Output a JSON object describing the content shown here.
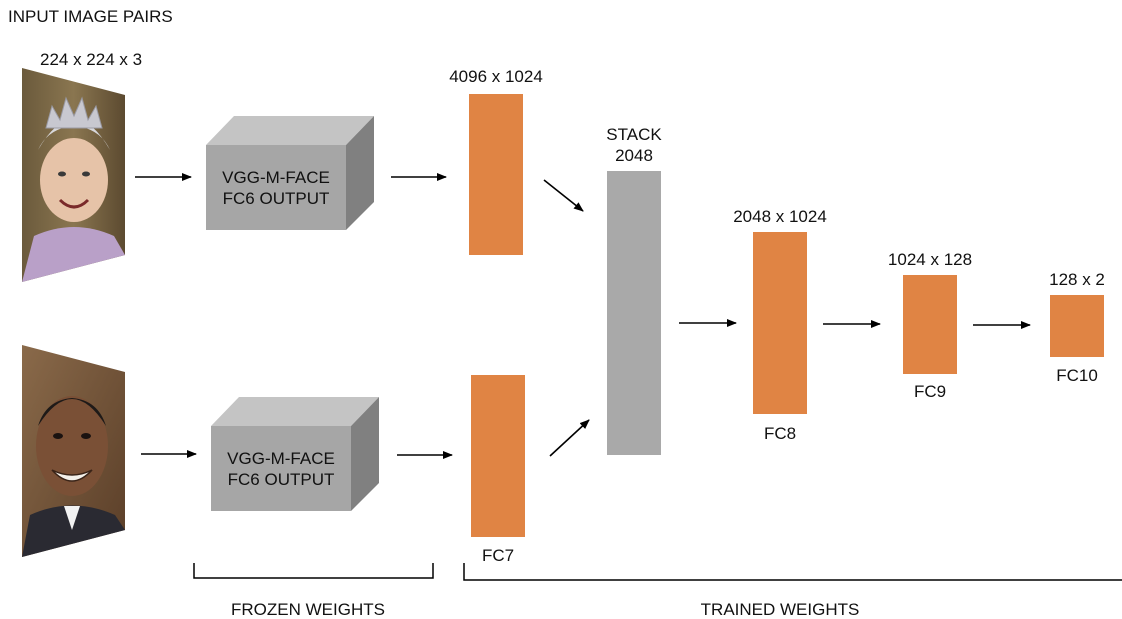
{
  "header": {
    "title": "INPUT IMAGE PAIRS"
  },
  "input_size": "224 x 224 x 3",
  "vgg_blocks": [
    {
      "line1": "VGG-M-FACE",
      "line2": "FC6 OUTPUT"
    },
    {
      "line1": "VGG-M-FACE",
      "line2": "FC6 OUTPUT"
    }
  ],
  "layers": {
    "fc7_top_dims": "4096 x 1024",
    "fc7_label": "FC7",
    "stack_name": "STACK",
    "stack_dims": "2048",
    "fc8_dims": "2048 x 1024",
    "fc8_label": "FC8",
    "fc9_dims": "1024 x 128",
    "fc9_label": "FC9",
    "fc10_dims": "128 x 2",
    "fc10_label": "FC10"
  },
  "brackets": {
    "frozen": "FROZEN WEIGHTS",
    "trained": "TRAINED WEIGHTS"
  },
  "colors": {
    "fc_layer": "#e08444",
    "stack_layer": "#a9a9a9",
    "cube_front": "#a6a6a6",
    "cube_top": "#c4c4c4",
    "cube_side": "#808080",
    "arrow": "#000000"
  },
  "icons": {
    "top_photo": "portrait-photo-woman-tiara",
    "bottom_photo": "portrait-photo-man-smiling"
  }
}
